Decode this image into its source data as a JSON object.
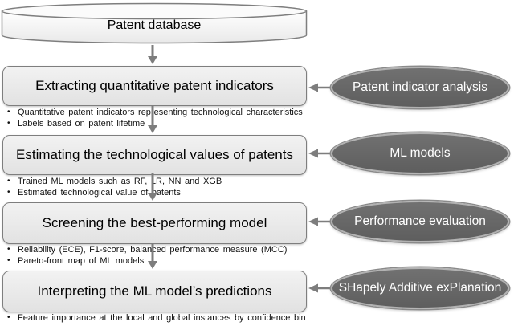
{
  "diagram": {
    "database": {
      "label": "Patent database"
    },
    "steps": [
      {
        "box_label": "Extracting quantitative patent indicators",
        "bullets": [
          "Quantitative patent indicators representing technological characteristics",
          "Labels based on patent lifetime"
        ],
        "method_label": "Patent indicator analysis"
      },
      {
        "box_label": "Estimating the technological values of patents",
        "bullets": [
          "Trained ML models such as RF, LR, NN and XGB",
          "Estimated technological value of patents"
        ],
        "method_label": "ML models"
      },
      {
        "box_label": "Screening the best-performing model",
        "bullets": [
          "Reliability (ECE), F1-score, balanced performance measure (MCC)",
          "Pareto-front map of ML models"
        ],
        "method_label": "Performance evaluation"
      },
      {
        "box_label": "Interpreting the ML model’s predictions",
        "bullets": [
          "Feature importance at the local and global instances by confidence bin"
        ],
        "method_label": "SHapely Additive exPlanation"
      }
    ],
    "bullet_glyph": "•",
    "colors": {
      "box_fill": "#e8e8e8",
      "box_border": "#7e7e7e",
      "ellipse_fill": "#676767",
      "ellipse_ring": "#b2b2b2",
      "ellipse_text": "#ffffff",
      "arrow": "#7d7d7d",
      "text": "#000000",
      "background": "#ffffff"
    }
  }
}
